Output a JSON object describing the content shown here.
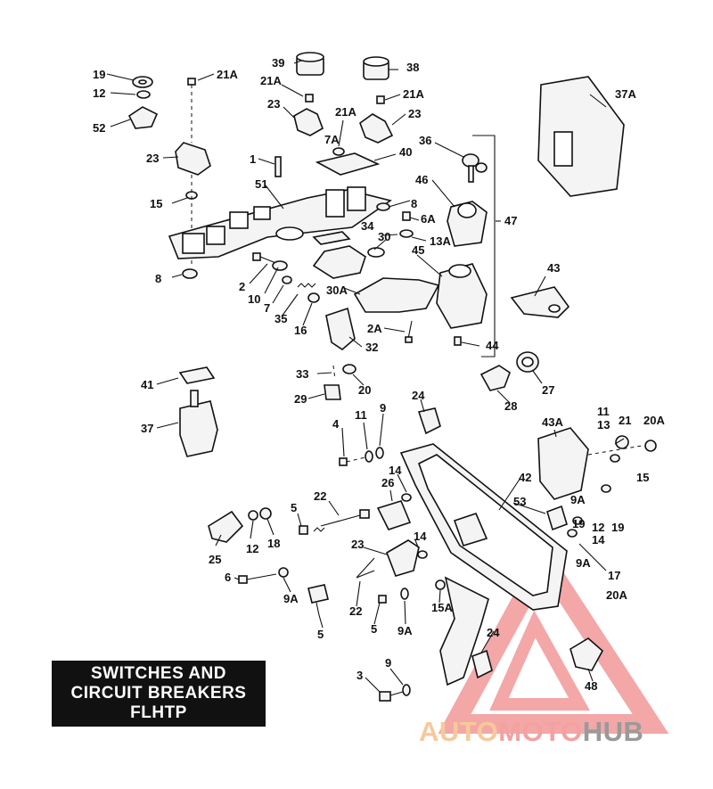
{
  "title": {
    "line1": "SWITCHES AND",
    "line2": "CIRCUIT BREAKERS",
    "line3": "FLHTP"
  },
  "watermark": {
    "part1": "AUTO",
    "part2": "MOTO",
    "part3": "HUB",
    "logo": "triangle-logo",
    "color_auto": "#f7c99a",
    "color_moto": "#f3a1a1",
    "color_hub": "#9a9a9a",
    "color_logo": "#f08a8a"
  },
  "callouts": [
    "19",
    "21A",
    "12",
    "52",
    "39",
    "38",
    "21A",
    "21A",
    "23",
    "21A",
    "23",
    "37A",
    "7A",
    "36",
    "23",
    "1",
    "40",
    "51",
    "15",
    "8",
    "46",
    "6A",
    "47",
    "34",
    "30",
    "13A",
    "8",
    "45",
    "2",
    "10",
    "7",
    "35",
    "16",
    "30A",
    "2A",
    "43",
    "32",
    "44",
    "33",
    "20",
    "29",
    "41",
    "37",
    "28",
    "27",
    "24",
    "11",
    "9",
    "4",
    "11",
    "13",
    "21",
    "20A",
    "43A",
    "15",
    "14",
    "26",
    "42",
    "53",
    "22",
    "5",
    "9A",
    "19",
    "12",
    "19",
    "25",
    "12",
    "18",
    "14",
    "23",
    "9A",
    "14",
    "17",
    "6",
    "9A",
    "22",
    "5",
    "9A",
    "15A",
    "20A",
    "5",
    "24",
    "3",
    "9",
    "48"
  ]
}
